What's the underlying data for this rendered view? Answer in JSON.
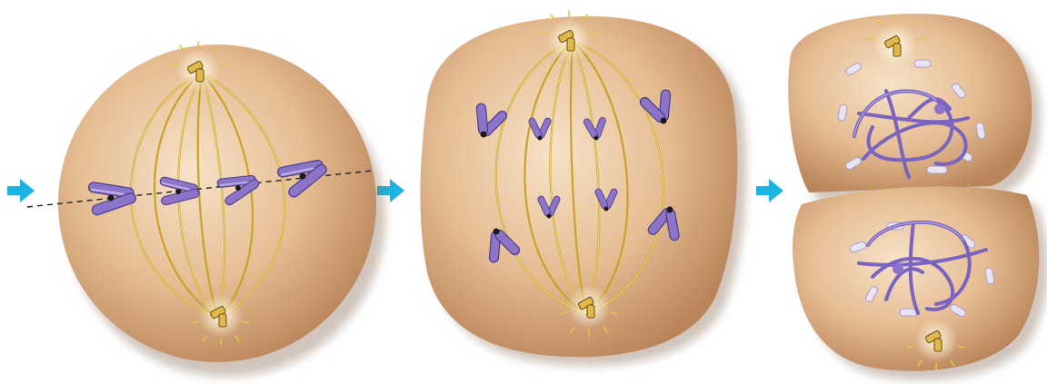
{
  "colors": {
    "background": "#ffffff",
    "cell_fill_light": "#f5dcc0",
    "cell_fill_dark": "#c99668",
    "spindle": "#c9a227",
    "chromosome": "#8c74c8",
    "arrow": "#1cb4e4",
    "centrosome": "#e2b84a"
  },
  "stages": [
    {
      "name": "metaphase",
      "description_icon": "metaphase-cell"
    },
    {
      "name": "anaphase",
      "description_icon": "anaphase-cell"
    },
    {
      "name": "telophase-cytokinesis",
      "description_icon": "telophase-cell"
    }
  ],
  "arrows": [
    {
      "icon": "right-arrow-icon"
    },
    {
      "icon": "right-arrow-icon"
    },
    {
      "icon": "right-arrow-icon"
    }
  ]
}
